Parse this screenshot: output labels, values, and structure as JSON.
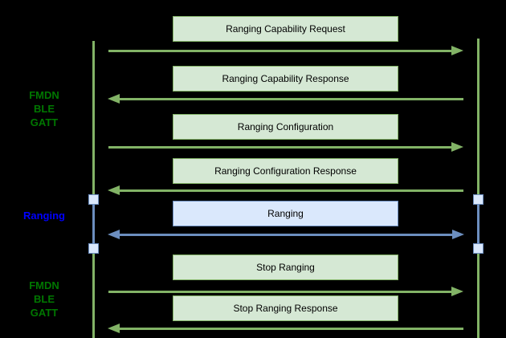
{
  "diagram": {
    "type": "sequence-diagram",
    "background_color": "#000000",
    "palette": {
      "green_box_fill": "#d5e8d4",
      "green_stroke": "#82b366",
      "blue_box_fill": "#dae8fc",
      "blue_stroke": "#6c8ebf",
      "green_label_text": "#007700",
      "blue_label_text": "#0000ff",
      "box_text": "#000000"
    },
    "side_labels": [
      {
        "id": "fmdn-ble-gatt-top",
        "lines": {
          "0": "FMDN",
          "1": "BLE",
          "2": "GATT"
        },
        "color": "#007700"
      },
      {
        "id": "ranging",
        "lines": {
          "0": "Ranging"
        },
        "color": "#0000ff"
      },
      {
        "id": "fmdn-ble-gatt-bottom",
        "lines": {
          "0": "FMDN",
          "1": "BLE",
          "2": "GATT"
        },
        "color": "#007700"
      }
    ],
    "lifelines": {
      "count": 2,
      "color": "#82b366"
    },
    "messages": [
      {
        "label": "Ranging Capability Request",
        "direction": "right",
        "style": "green"
      },
      {
        "label": "Ranging Capability Response",
        "direction": "left",
        "style": "green"
      },
      {
        "label": "Ranging Configuration",
        "direction": "right",
        "style": "green"
      },
      {
        "label": "Ranging Configuration Response",
        "direction": "left",
        "style": "green"
      },
      {
        "label": "Ranging",
        "direction": "both",
        "style": "blue"
      },
      {
        "label": "Stop Ranging",
        "direction": "right",
        "style": "green"
      },
      {
        "label": "Stop Ranging Response",
        "direction": "left",
        "style": "green"
      }
    ]
  }
}
